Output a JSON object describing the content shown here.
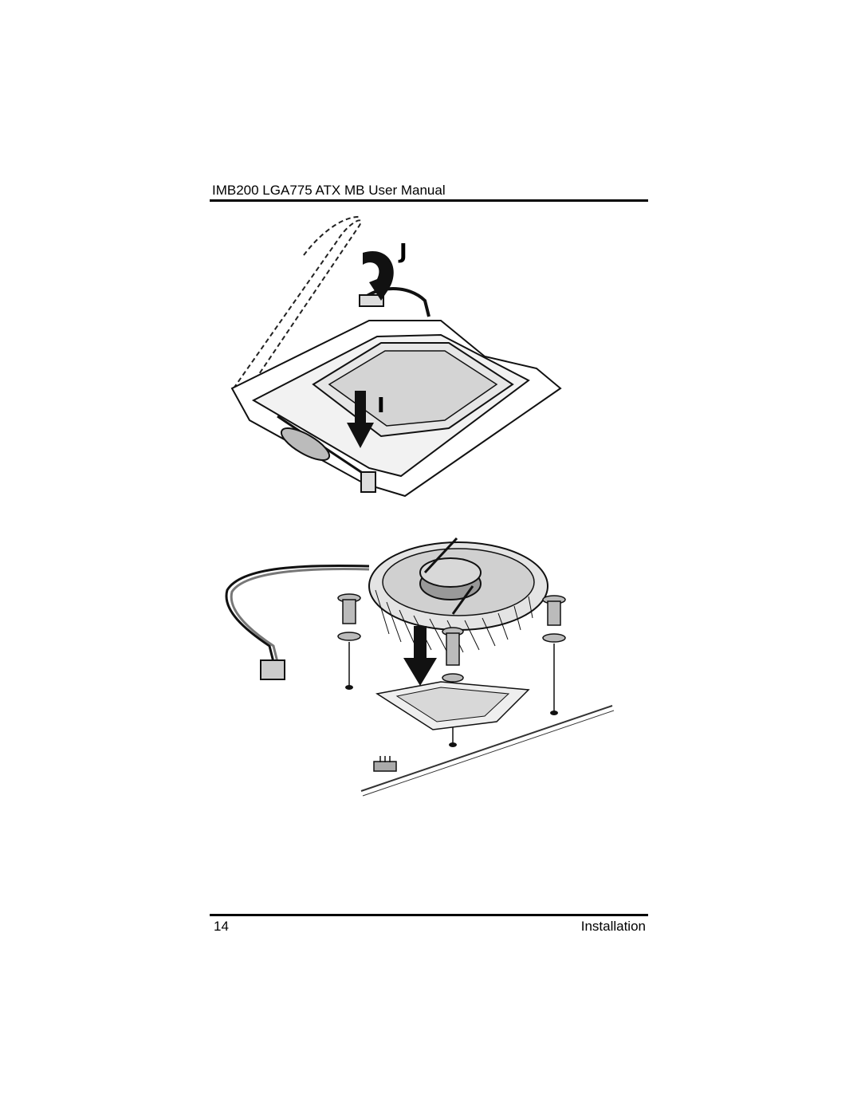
{
  "header": {
    "title": "IMB200 LGA775 ATX MB User Manual"
  },
  "figure1": {
    "step_j_label": "J",
    "step_i_label": "I"
  },
  "footer": {
    "page_number": "14",
    "section": "Installation"
  }
}
